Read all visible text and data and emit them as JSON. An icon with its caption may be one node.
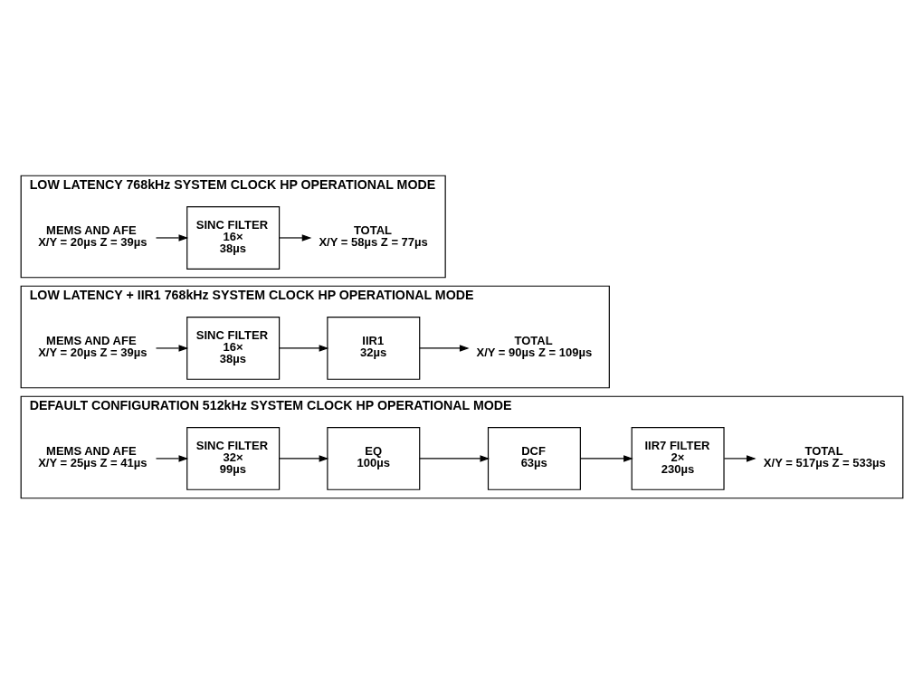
{
  "diagram": {
    "nodes": [
      {
        "text": [
          "DEFAULT CONFIGURATION 512kHz SYSTEM CLOCK HP OPERATIONAL MODE"
        ]
      },
      {
        "text": [
          "MEMS AND AFE",
          "X/Y = 25µs Z = 41µs"
        ],
        "in": 0
      },
      {
        "text": [
          "SINC FILTER",
          "32×",
          "99µs"
        ],
        "in": 0
      },
      {
        "text": [
          "EQ",
          "100µs"
        ],
        "in": 0
      },
      {
        "text": [
          "DCF",
          "63µs"
        ],
        "in": 0
      },
      {
        "text": [
          "IIR7 FILTER",
          "2×",
          "230µs"
        ],
        "in": 0
      },
      {
        "text": [
          "TOTAL",
          "X/Y = 517µs Z = 533µs"
        ],
        "in": 0
      },
      {
        "text": [
          "LOW LATENCY + IIR1 768kHz SYSTEM CLOCK HP OPERATIONAL MODE"
        ]
      },
      {
        "text": [
          "MEMS AND AFE",
          "X/Y = 20µs Z = 39µs"
        ],
        "in": 7
      },
      {
        "text": [
          "SINC FILTER",
          "16×",
          "38µs"
        ],
        "in": 7
      },
      {
        "text": [
          "IIR1",
          "32µs"
        ],
        "in": 7
      },
      {
        "text": [
          "TOTAL",
          "X/Y = 90µs Z = 109µs"
        ],
        "in": 7
      },
      {
        "text": [
          "LOW LATENCY 768kHz SYSTEM CLOCK HP OPERATIONAL MODE"
        ]
      },
      {
        "text": [
          "MEMS AND AFE",
          "X/Y = 20µs Z = 39µs"
        ],
        "in": 12
      },
      {
        "text": [
          "SINC FILTER",
          "16×",
          "38µs"
        ],
        "in": 12
      },
      {
        "text": [
          "TOTAL",
          "X/Y = 58µs Z = 77µs"
        ],
        "in": 12
      }
    ],
    "edges": [
      {
        "from": 1,
        "to": 2,
        "arrow": "to"
      },
      {
        "from": 2,
        "to": 3,
        "arrow": "to"
      },
      {
        "from": 3,
        "to": 4,
        "arrow": "to"
      },
      {
        "from": 4,
        "to": 5,
        "arrow": "to"
      },
      {
        "from": 5,
        "to": 6,
        "arrow": "to"
      },
      {
        "from": 8,
        "to": 9,
        "arrow": "to"
      },
      {
        "from": 9,
        "to": 10,
        "arrow": "to"
      },
      {
        "from": 10,
        "to": 11,
        "arrow": "to"
      },
      {
        "from": 13,
        "to": 14,
        "arrow": "to"
      },
      {
        "from": 14,
        "to": 15,
        "arrow": "to"
      }
    ]
  }
}
